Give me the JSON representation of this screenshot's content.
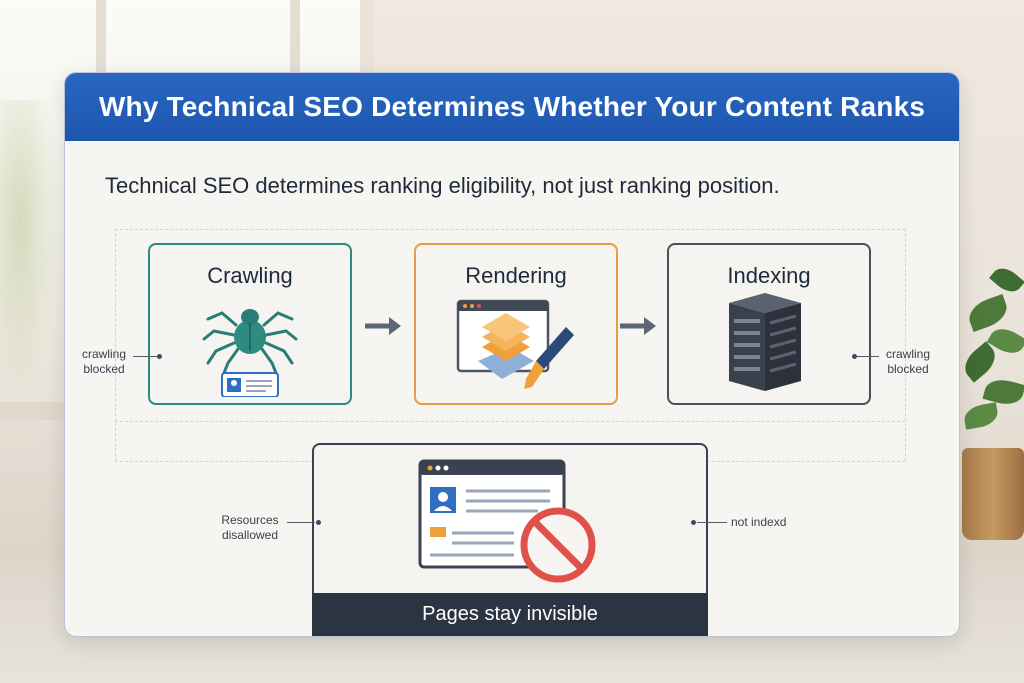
{
  "title": "Why Technical SEO Determines Whether Your Content Ranks",
  "subtitle": "Technical SEO determines ranking eligibility, not just ranking position.",
  "stages": [
    {
      "label": "Crawling",
      "icon": "spider-icon",
      "color": "#2a8a82"
    },
    {
      "label": "Rendering",
      "icon": "layers-brush-icon",
      "color": "#e79c45"
    },
    {
      "label": "Indexing",
      "icon": "server-icon",
      "color": "#4a4f58"
    }
  ],
  "side_labels": {
    "left_top": [
      "crawling",
      "blocked"
    ],
    "right_top": [
      "crawling",
      "blocked"
    ],
    "left_bottom": [
      "Resources",
      "disallowed"
    ],
    "right_bottom": "not indexd"
  },
  "outcome": {
    "label": "Pages stay invisible",
    "icon": "blocked-page-icon"
  },
  "colors": {
    "header": "#1e56ad",
    "blocked": "#e0514a",
    "accent_blue": "#2f6ec3",
    "accent_orange": "#f0a03a"
  }
}
